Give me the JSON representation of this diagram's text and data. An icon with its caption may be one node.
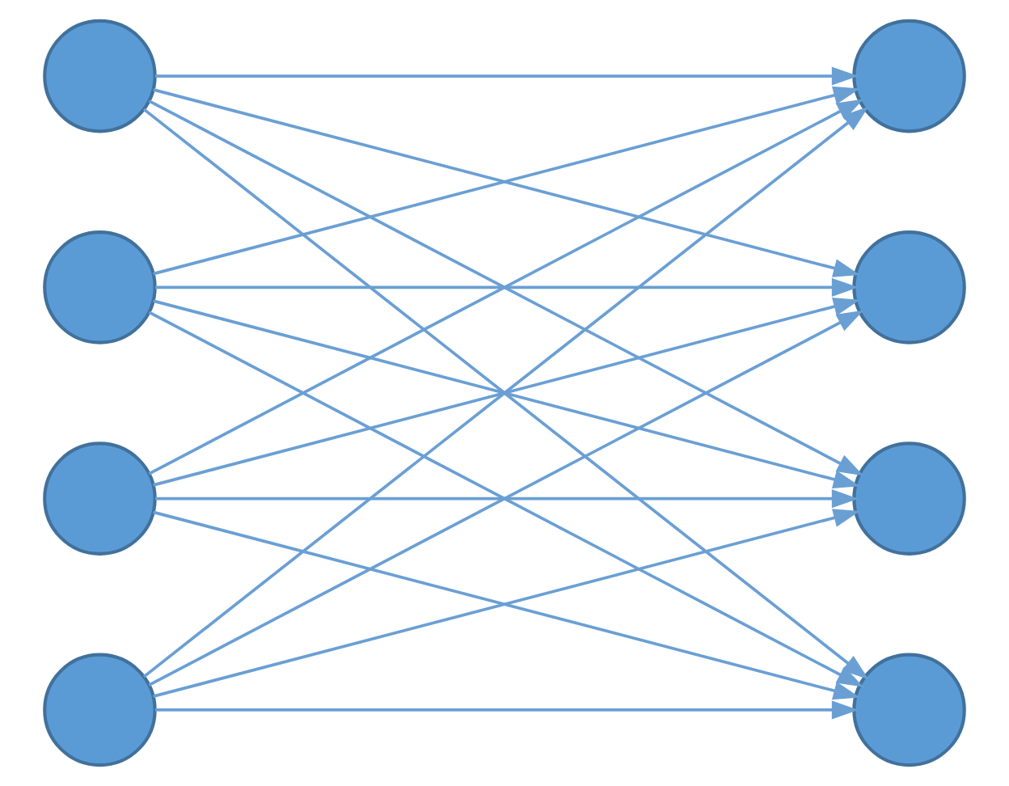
{
  "diagram": {
    "nodes": [
      {
        "text": [],
        "shape": "circle"
      },
      {
        "text": [],
        "shape": "circle"
      },
      {
        "text": [],
        "shape": "circle"
      },
      {
        "text": [],
        "shape": "circle"
      },
      {
        "text": [],
        "shape": "circle"
      },
      {
        "text": [],
        "shape": "circle"
      },
      {
        "text": [],
        "shape": "circle"
      },
      {
        "text": [],
        "shape": "circle"
      }
    ],
    "edges": [
      {
        "from": 0,
        "to": 4,
        "arrow": "to"
      },
      {
        "from": 0,
        "to": 5,
        "arrow": "to"
      },
      {
        "from": 0,
        "to": 6,
        "arrow": "to"
      },
      {
        "from": 0,
        "to": 7,
        "arrow": "to"
      },
      {
        "from": 1,
        "to": 4,
        "arrow": "to"
      },
      {
        "from": 1,
        "to": 5,
        "arrow": "to"
      },
      {
        "from": 1,
        "to": 6,
        "arrow": "to"
      },
      {
        "from": 1,
        "to": 7,
        "arrow": "to"
      },
      {
        "from": 2,
        "to": 4,
        "arrow": "to"
      },
      {
        "from": 2,
        "to": 5,
        "arrow": "to"
      },
      {
        "from": 2,
        "to": 6,
        "arrow": "to"
      },
      {
        "from": 2,
        "to": 7,
        "arrow": "to"
      },
      {
        "from": 3,
        "to": 4,
        "arrow": "to"
      },
      {
        "from": 3,
        "to": 5,
        "arrow": "to"
      },
      {
        "from": 3,
        "to": 6,
        "arrow": "to"
      },
      {
        "from": 3,
        "to": 7,
        "arrow": "to"
      }
    ]
  }
}
